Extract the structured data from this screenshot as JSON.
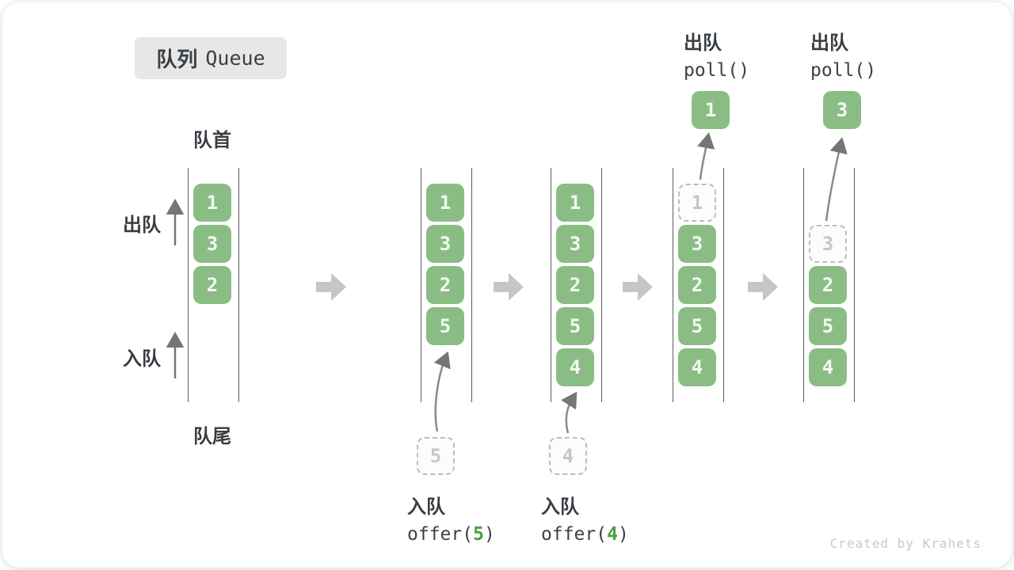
{
  "title": {
    "zh": "队列",
    "en": "Queue"
  },
  "labels": {
    "front": "队首",
    "rear": "队尾",
    "dequeue": "出队",
    "enqueue": "入队"
  },
  "colors": {
    "box_green": "#8abd84",
    "code_green": "#4d9e45",
    "arrow_gray": "#c6c6c6"
  },
  "states": [
    {
      "cells": [
        {
          "v": "1"
        },
        {
          "v": "3"
        },
        {
          "v": "2"
        }
      ]
    },
    {
      "cells": [
        {
          "v": "1"
        },
        {
          "v": "3"
        },
        {
          "v": "2"
        },
        {
          "v": "5"
        }
      ],
      "incoming": "5"
    },
    {
      "cells": [
        {
          "v": "1"
        },
        {
          "v": "3"
        },
        {
          "v": "2"
        },
        {
          "v": "5"
        },
        {
          "v": "4"
        }
      ],
      "incoming": "4"
    },
    {
      "cells": [
        {
          "v": "1"
        },
        {
          "v": "3"
        },
        {
          "v": "2"
        },
        {
          "v": "5"
        },
        {
          "v": "4"
        }
      ],
      "polled": "1"
    },
    {
      "cells": [
        {
          "v": "3"
        },
        {
          "v": "2"
        },
        {
          "v": "5"
        },
        {
          "v": "4"
        }
      ],
      "polled": "3"
    }
  ],
  "enqueue_ops": [
    {
      "label": "入队",
      "fn": "offer(",
      "arg": "5",
      "close": ")"
    },
    {
      "label": "入队",
      "fn": "offer(",
      "arg": "4",
      "close": ")"
    }
  ],
  "dequeue_ops": [
    {
      "label": "出队",
      "code": "poll()",
      "value": "1"
    },
    {
      "label": "出队",
      "code": "poll()",
      "value": "3"
    }
  ],
  "footer": "Created by Krahets"
}
